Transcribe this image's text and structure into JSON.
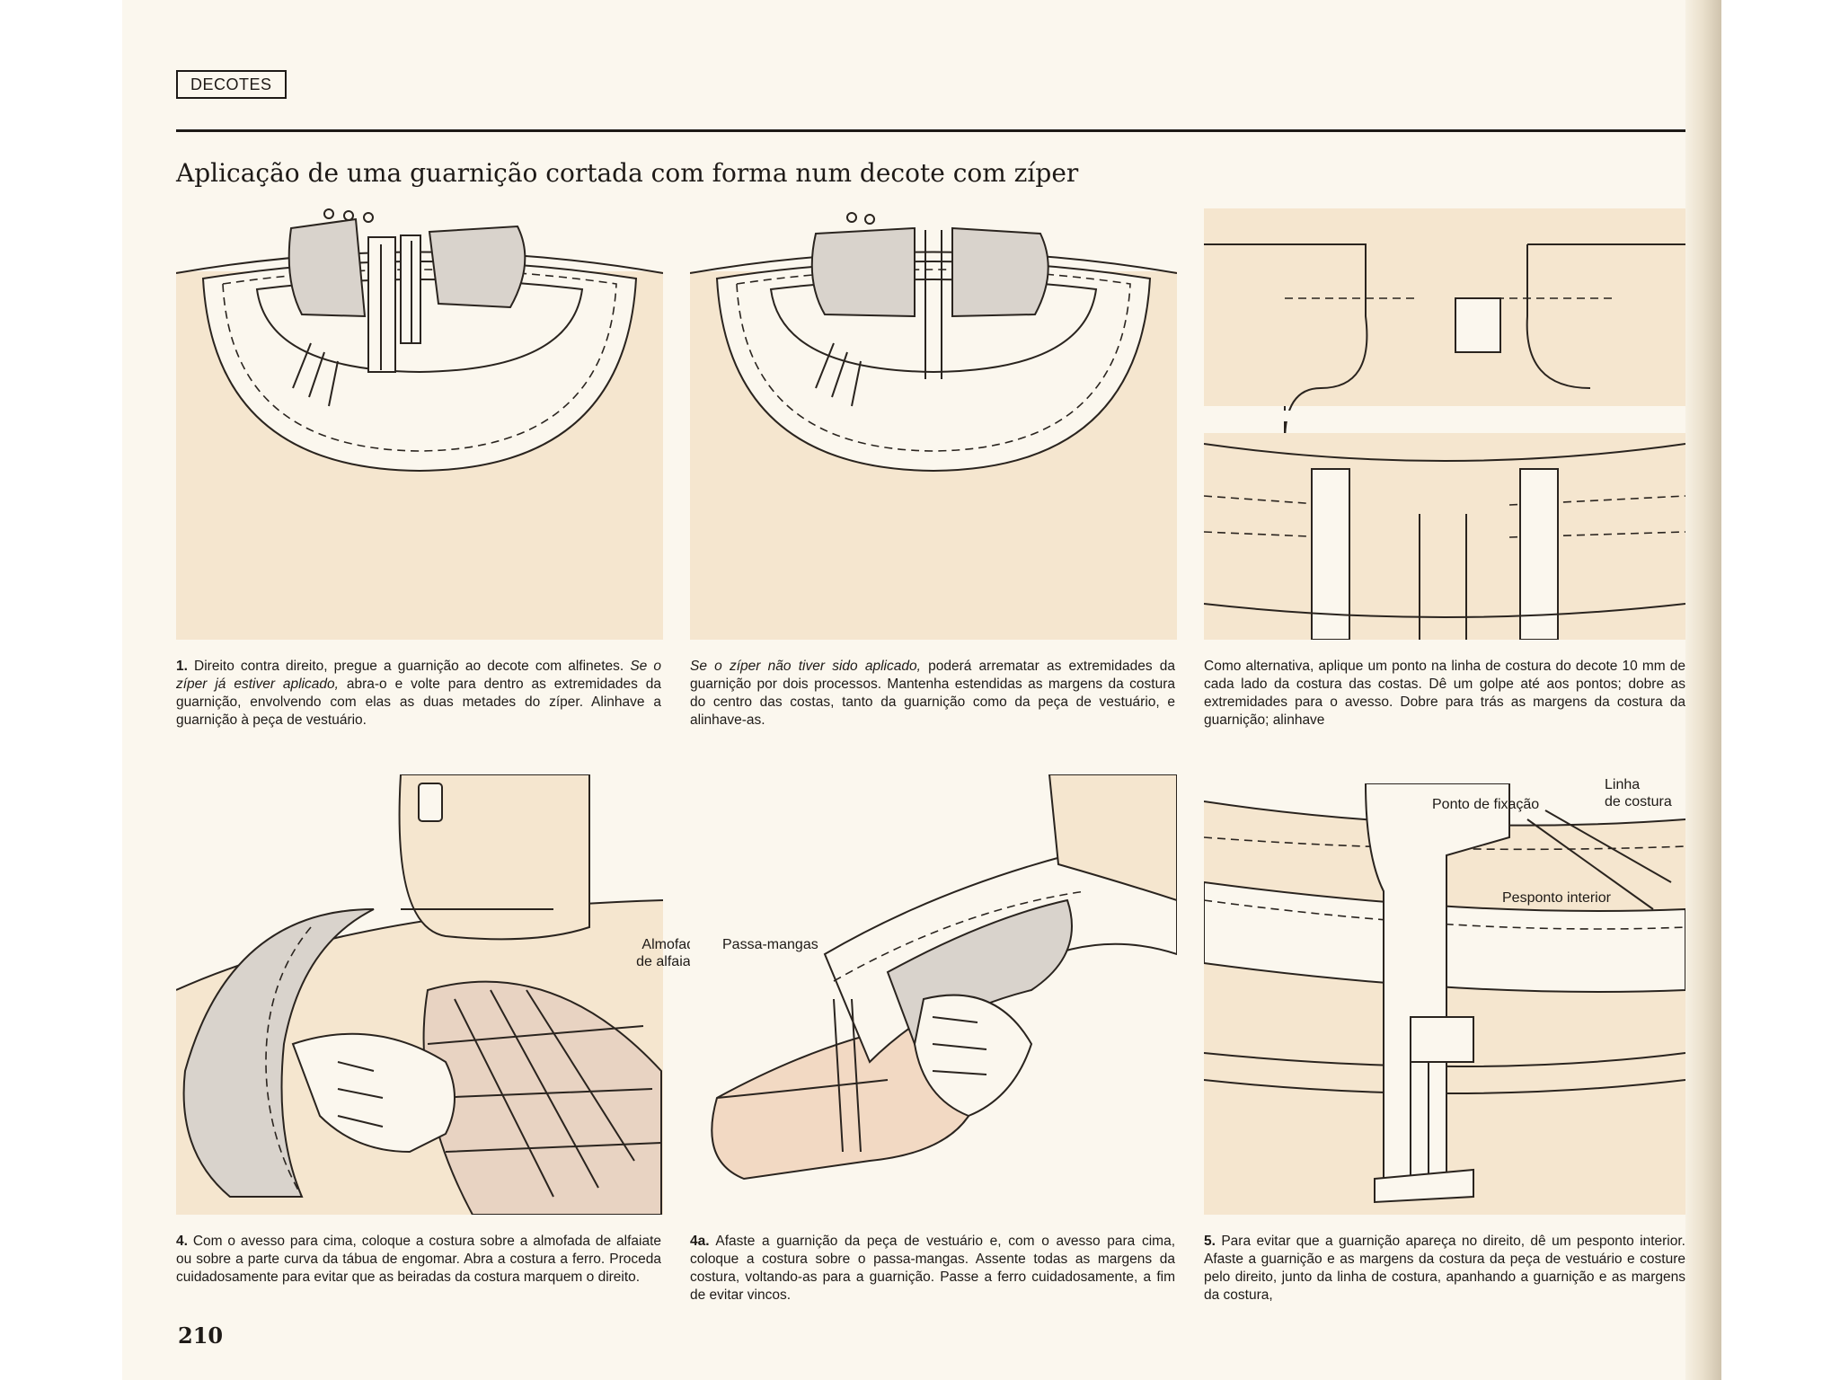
{
  "section_tag": "DECOTES",
  "title": "Aplicação de uma guarnição cortada com forma num decote com zíper",
  "captions": {
    "c1": {
      "num": "1.",
      "t1": " Direito contra direito, pregue a guarnição ao decote com alfinetes. ",
      "em": "Se o zíper já estiver aplicado,",
      "t2": " abra-o e volte para dentro as extremidades da guarnição, envolvendo com elas as duas metades do zíper. Alinhave a guarnição à peça de vestuário."
    },
    "c2": {
      "em": "Se o zíper não tiver sido aplicado,",
      "t1": " poderá arrematar as extremidades da guarnição por dois processos. Mantenha estendidas as margens da costura do centro das costas, tanto da guarnição como da peça de vestuário, e alinhave-as."
    },
    "c3": {
      "t1": "Como alternativa, aplique um ponto na linha de costura do decote 10 mm de cada lado da costura das costas. Dê um golpe até aos pontos; dobre as extremidades para o avesso. Dobre para trás as margens da costura da guarnição; alinhave"
    },
    "c4": {
      "num": "4.",
      "t1": " Com o avesso para cima, coloque a costura sobre a almofada de alfaiate ou sobre a parte curva da tábua de engomar. Abra a costura a ferro. Proceda cuidadosamente para evitar que as beiradas da costura marquem o direito."
    },
    "c5": {
      "num": "4a.",
      "t1": " Afaste a guarnição da peça de vestuário e, com o avesso para cima, coloque a costura sobre o passa-mangas. Assente todas as margens da costura, voltando-as para a guarnição. Passe a ferro cuidadosamente, a fim de evitar vincos."
    },
    "c6": {
      "num": "5.",
      "t1": " Para evitar que a guarnição apareça no direito, dê um pesponto interior. Afaste a guarnição e as margens da costura da peça de vestuário e costure pelo direito, junto da linha de costura, apanhando a guarnição e as margens da costura,"
    }
  },
  "labels": {
    "almofada_1": "Almofada",
    "almofada_2": "de alfaiate",
    "passa_mangas": "Passa-mangas",
    "ponto_fixacao": "Ponto de fixação",
    "linha_costura_1": "Linha",
    "linha_costura_2": "de costura",
    "pesponto": "Pesponto interior"
  },
  "page_number": "210"
}
